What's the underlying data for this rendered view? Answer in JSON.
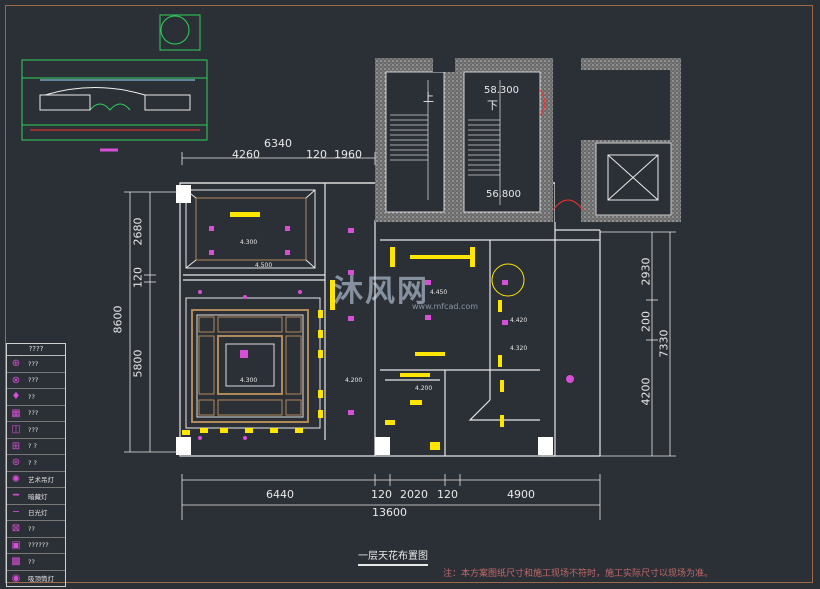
{
  "drawing": {
    "title": "一层天花布置图",
    "note": "注：本方案图纸尺寸和施工现场不符时，施工实际尺寸以现场为准。",
    "watermark": "沐风网",
    "watermark_sub": "www.mfcad.com"
  },
  "dimensions": {
    "top_total": "6340",
    "top_parts": [
      "4260",
      "120",
      "1960"
    ],
    "bottom_parts": [
      "6440",
      "120",
      "2020",
      "120",
      "4900"
    ],
    "bottom_total": "13600",
    "left_total": "8600",
    "left_parts": [
      "2680",
      "120",
      "5800"
    ],
    "right_parts": [
      "2930",
      "200",
      "4200"
    ],
    "right_total": "7330"
  },
  "levels": {
    "stair_top": "58.300",
    "stair_bottom": "56.800",
    "stair_up": "上",
    "stair_down": "下"
  },
  "ceiling_heights": [
    "4.300",
    "4.500",
    "4.300",
    "4.200",
    "4.450",
    "4.420",
    "4.320",
    "4.200"
  ],
  "legend": {
    "header": "????",
    "items": [
      {
        "icon": "downlight-icon",
        "label": "???"
      },
      {
        "icon": "spotlight-icon",
        "label": "???"
      },
      {
        "icon": "wall-lamp-icon",
        "label": "??"
      },
      {
        "icon": "grille-lamp-icon",
        "label": "???"
      },
      {
        "icon": "double-lamp-icon",
        "label": "???"
      },
      {
        "icon": "exhaust-icon",
        "label": "? ?"
      },
      {
        "icon": "smoke-detector-icon",
        "label": "? ?"
      },
      {
        "icon": "art-pendant-icon",
        "label": "艺术吊灯"
      },
      {
        "icon": "strip-light-icon",
        "label": "暗藏灯"
      },
      {
        "icon": "tube-light-icon",
        "label": "日光灯"
      },
      {
        "icon": "vent-icon",
        "label": "??"
      },
      {
        "icon": "panel-icon",
        "label": "??????"
      },
      {
        "icon": "fan-icon",
        "label": "??"
      },
      {
        "icon": "ceiling-lamp-icon",
        "label": "吸顶筒灯"
      }
    ]
  }
}
